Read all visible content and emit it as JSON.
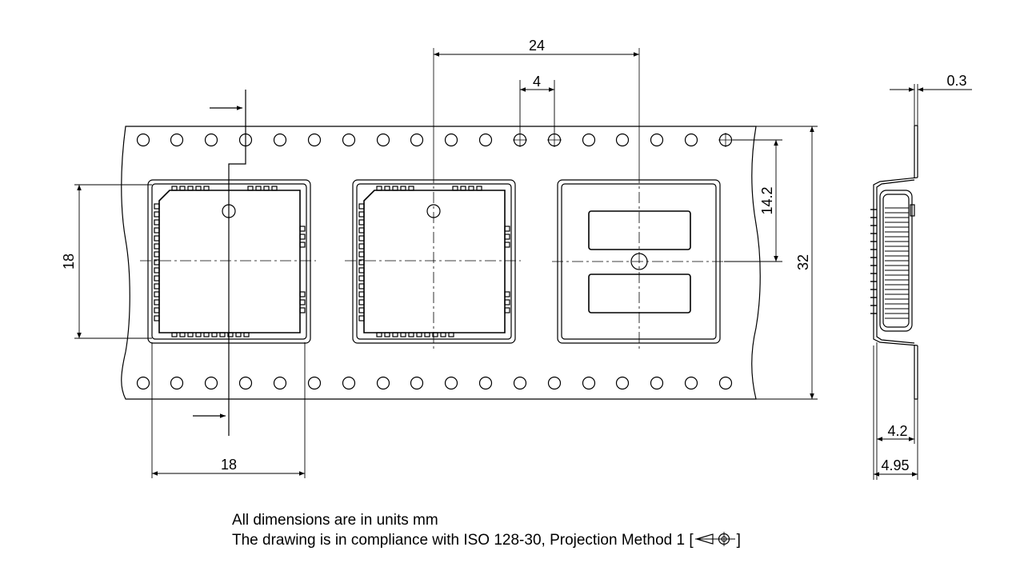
{
  "dimensions": {
    "pitch_pockets": "24",
    "pitch_holes": "4",
    "tape_thickness": "0.3",
    "pocket_width": "18",
    "pocket_length": "18",
    "hole_to_center": "14.2",
    "tape_width": "32",
    "pocket_depth": "4.2",
    "total_height": "4.95"
  },
  "notes": {
    "units": "All dimensions are in units mm",
    "standard_prefix": "The drawing is in compliance with ISO 128-30, Projection Method 1 [",
    "standard_suffix": "]"
  }
}
